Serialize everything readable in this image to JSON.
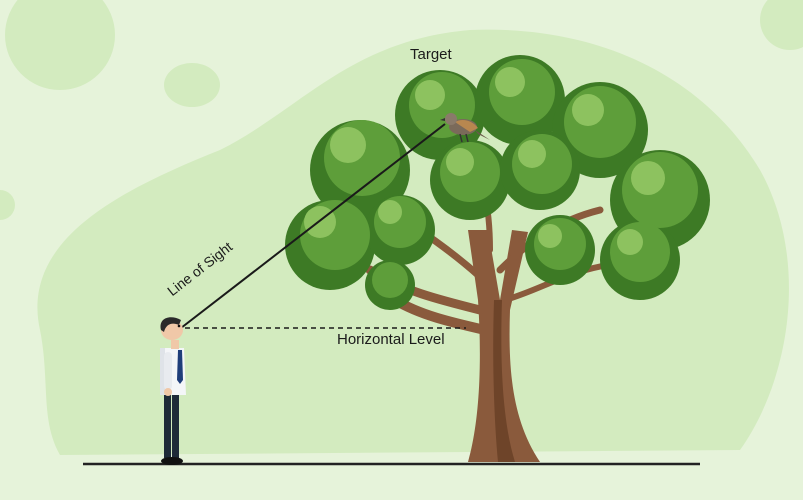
{
  "labels": {
    "target": "Target",
    "line_of_sight": "Line of Sight",
    "horizontal_level": "Horizontal Level"
  },
  "colors": {
    "background": "#e6f3da",
    "blob": "#d3ebbf",
    "foliage_dark": "#3d7a25",
    "foliage_mid": "#5e9e3a",
    "foliage_light": "#8dc25f",
    "trunk": "#8a5a3c",
    "trunk_shade": "#6e4429",
    "ground_line": "#222222",
    "sight_line": "#1a1a1a"
  },
  "icons": {
    "person": "person-icon",
    "bird": "bird-icon",
    "tree": "tree-icon"
  }
}
